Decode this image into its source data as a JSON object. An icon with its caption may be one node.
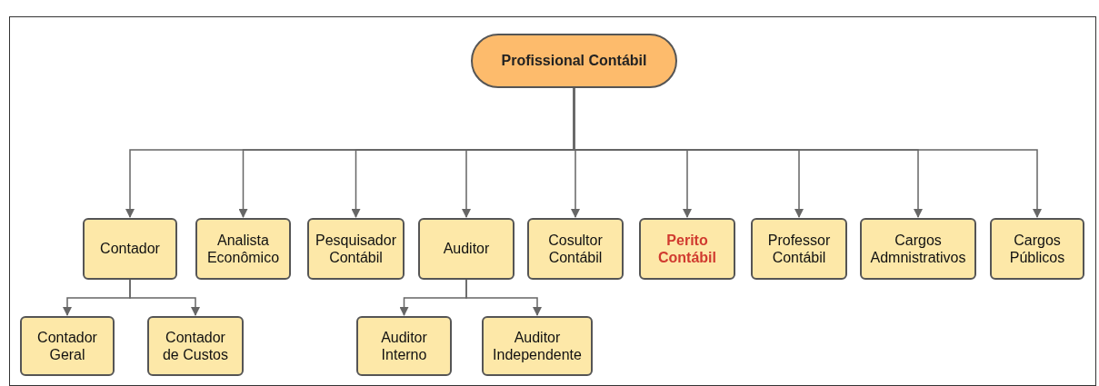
{
  "diagram": {
    "nodes": [
      {
        "text": [
          "Profissional Contábil"
        ]
      },
      {
        "text": [
          "Contador"
        ]
      },
      {
        "text": [
          "Analista Econômico"
        ]
      },
      {
        "text": [
          "Pesquisador Contábil"
        ]
      },
      {
        "text": [
          "Auditor"
        ]
      },
      {
        "text": [
          "Cosultor Contábil"
        ]
      },
      {
        "text": [
          "Perito Contábil"
        ]
      },
      {
        "text": [
          "Professor Contábil"
        ]
      },
      {
        "text": [
          "Cargos Admnistrativos"
        ]
      },
      {
        "text": [
          "Cargos Públicos"
        ]
      },
      {
        "text": [
          "Contador Geral"
        ]
      },
      {
        "text": [
          "Contador de Custos"
        ]
      },
      {
        "text": [
          "Auditor Interno"
        ]
      },
      {
        "text": [
          "Auditor Independente"
        ]
      }
    ],
    "edges": [
      {
        "from": 0,
        "to": 1,
        "arrow": "to"
      },
      {
        "from": 0,
        "to": 2,
        "arrow": "to"
      },
      {
        "from": 0,
        "to": 3,
        "arrow": "to"
      },
      {
        "from": 0,
        "to": 4,
        "arrow": "to"
      },
      {
        "from": 0,
        "to": 5,
        "arrow": "to"
      },
      {
        "from": 0,
        "to": 6,
        "arrow": "to"
      },
      {
        "from": 0,
        "to": 7,
        "arrow": "to"
      },
      {
        "from": 0,
        "to": 8,
        "arrow": "to"
      },
      {
        "from": 0,
        "to": 9,
        "arrow": "to"
      },
      {
        "from": 1,
        "to": 10,
        "arrow": "to"
      },
      {
        "from": 1,
        "to": 11,
        "arrow": "to"
      },
      {
        "from": 4,
        "to": 12,
        "arrow": "to"
      },
      {
        "from": 4,
        "to": 13,
        "arrow": "to"
      }
    ]
  }
}
